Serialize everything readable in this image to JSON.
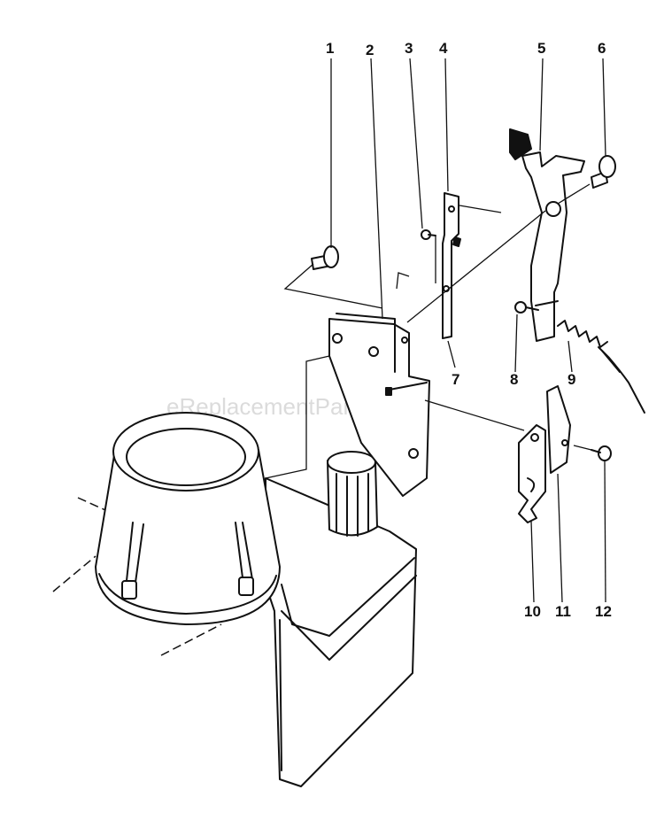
{
  "watermark": "eReplacementParts.com",
  "part_labels": [
    {
      "id": "1",
      "text": "1"
    },
    {
      "id": "2",
      "text": "2"
    },
    {
      "id": "3",
      "text": "3"
    },
    {
      "id": "4",
      "text": "4"
    },
    {
      "id": "5",
      "text": "5"
    },
    {
      "id": "6",
      "text": "6"
    },
    {
      "id": "7",
      "text": "7"
    },
    {
      "id": "8",
      "text": "8"
    },
    {
      "id": "9",
      "text": "9"
    },
    {
      "id": "10",
      "text": "10"
    },
    {
      "id": "11",
      "text": "11"
    },
    {
      "id": "12",
      "text": "12"
    }
  ]
}
